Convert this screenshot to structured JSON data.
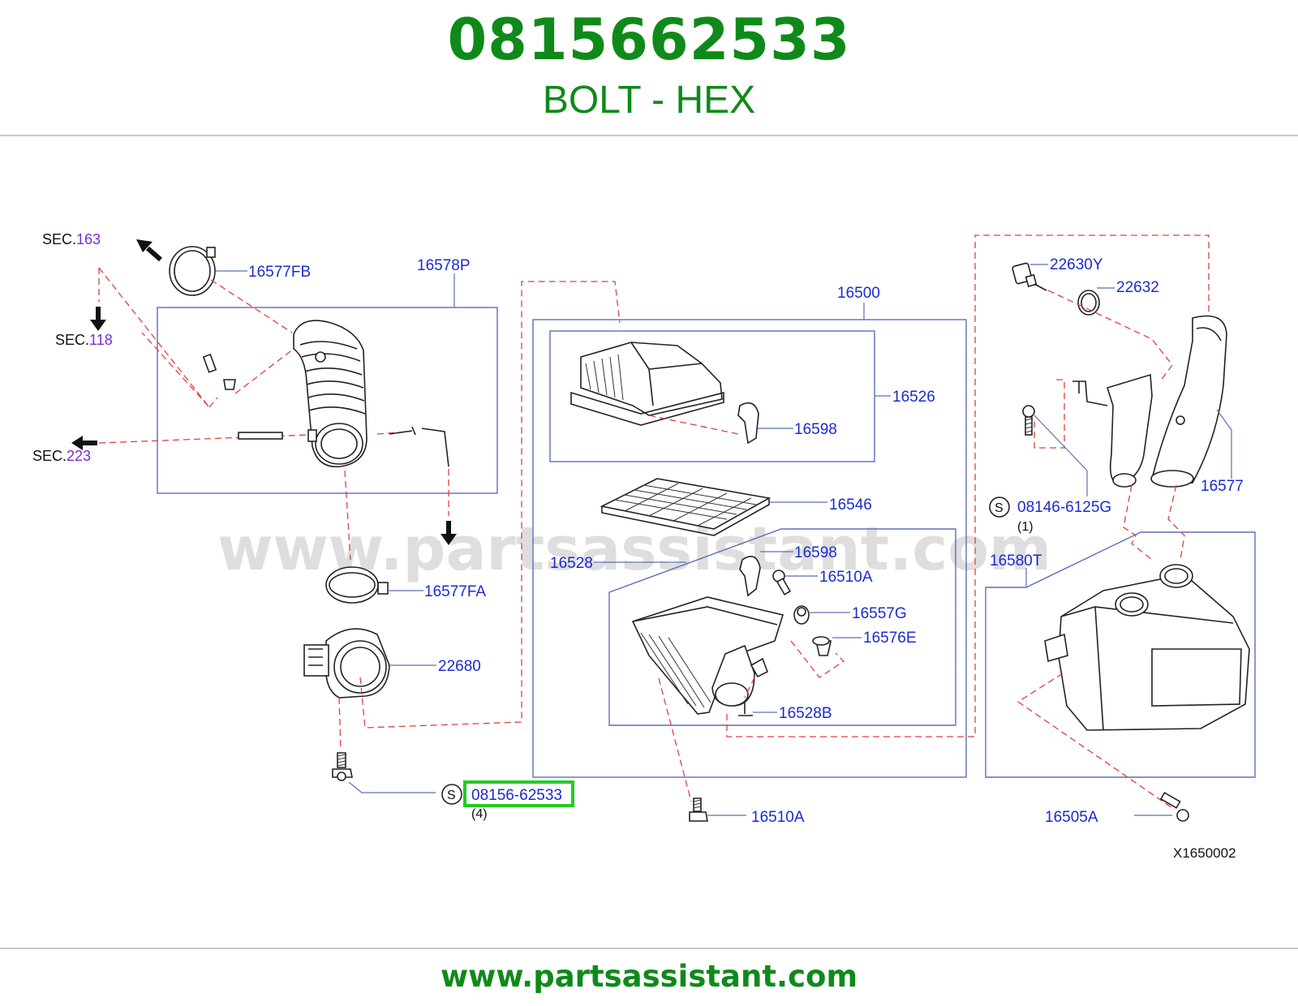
{
  "header": {
    "part_number": "0815662533",
    "part_description": "BOLT - HEX"
  },
  "footer": {
    "website": "www.partsassistant.com"
  },
  "diagram": {
    "watermark": "www.partsassistant.com",
    "drawing_id": "X1650002",
    "section_refs": [
      {
        "prefix": "SEC.",
        "number": "163"
      },
      {
        "prefix": "SEC.",
        "number": "118"
      },
      {
        "prefix": "SEC.",
        "number": "223"
      }
    ],
    "callouts": {
      "p16577FB": "16577FB",
      "p16578P": "16578P",
      "p16500": "16500",
      "p16526": "16526",
      "p16598a": "16598",
      "p16546": "16546",
      "p16528": "16528",
      "p16598b": "16598",
      "p16510A_top": "16510A",
      "p16557G": "16557G",
      "p16576E": "16576E",
      "p16528B": "16528B",
      "p16577FA": "16577FA",
      "p22680": "22680",
      "p22630Y": "22630Y",
      "p22632": "22632",
      "p16577": "16577",
      "p08146": "08146-6125G",
      "p16580T": "16580T",
      "p16510A_bottom": "16510A",
      "p16505A": "16505A"
    },
    "std_parts": [
      {
        "symbol": "S",
        "part": "08146-6125G",
        "qty": "(1)"
      },
      {
        "symbol": "S",
        "part": "08156-62533",
        "qty": "(4)",
        "highlighted": true,
        "highlight_color": "#22cc22"
      }
    ],
    "colors": {
      "callout_text": "#1a2bd0",
      "leader_lines": "#5a6fb8",
      "dashed_lines": "#e04040",
      "section_number": "#7a2bd0",
      "brand_green": "#0f8a1a"
    }
  }
}
